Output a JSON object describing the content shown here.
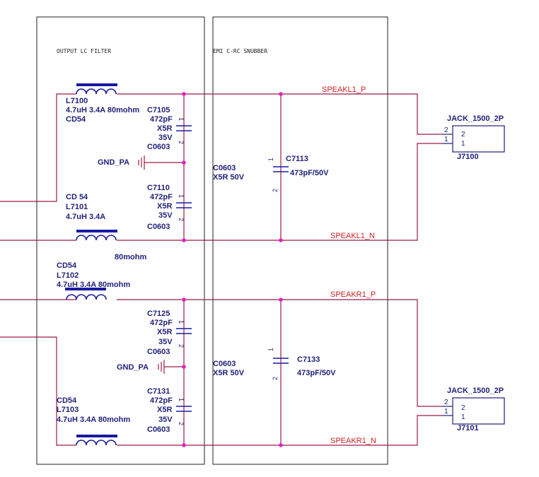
{
  "headers": {
    "lc_filter": "OUTPUT LC FILTER",
    "snubber": "EMI C-RC SNUBBER"
  },
  "nets": {
    "l_p": "SPEAKL1_P",
    "l_n": "SPEAKL1_N",
    "r_p": "SPEAKR1_P",
    "r_n": "SPEAKR1_N"
  },
  "inductors": {
    "l7100": {
      "ref": "L7100",
      "spec": "4.7uH  3.4A 80mohm",
      "pkg": "CD54"
    },
    "l7101": {
      "pkg": "CD 54",
      "ref": "L7101",
      "spec": "4.7uH  3.4A",
      "res": "80mohm"
    },
    "l7102": {
      "pkg": "CD54",
      "ref": "L7102",
      "spec": "4.7uH  3.4A 80mohm"
    },
    "l7103": {
      "pkg": "CD54",
      "ref": "L7103",
      "spec": "4.7uH  3.4A 80mohm"
    }
  },
  "caps_small": {
    "c7105": {
      "ref": "C7105",
      "val": "472pF",
      "diel": "X5R",
      "volt": "35V",
      "pkg": "C0603"
    },
    "c7110": {
      "ref": "C7110",
      "val": "472pF",
      "diel": "X5R",
      "volt": "35V",
      "pkg": "C0603"
    },
    "c7125": {
      "ref": "C7125",
      "val": "472pF",
      "diel": "X5R",
      "volt": "35V",
      "pkg": "C0603"
    },
    "c7131": {
      "ref": "C7131",
      "val": "472pF",
      "diel": "X5R",
      "volt": "35V",
      "pkg": "C0603"
    }
  },
  "caps_snub": {
    "c7113": {
      "ref": "C7113",
      "val": "473pF/50V",
      "pkg": "C0603",
      "spec": "X5R 50V"
    },
    "c7133": {
      "ref": "C7133",
      "val": "473pF/50V",
      "pkg": "C0603",
      "spec": "X5R 50V"
    }
  },
  "gnd": {
    "label": "GND_PA"
  },
  "jacks": {
    "j7100": {
      "name": "JACK_1500_2P",
      "ref": "J7100",
      "pin2": "2",
      "pin1": "1"
    },
    "j7101": {
      "name": "JACK_1500_2P",
      "ref": "J7101",
      "pin2": "2",
      "pin1": "1"
    }
  },
  "pins": {
    "one": "1",
    "two": "2"
  }
}
